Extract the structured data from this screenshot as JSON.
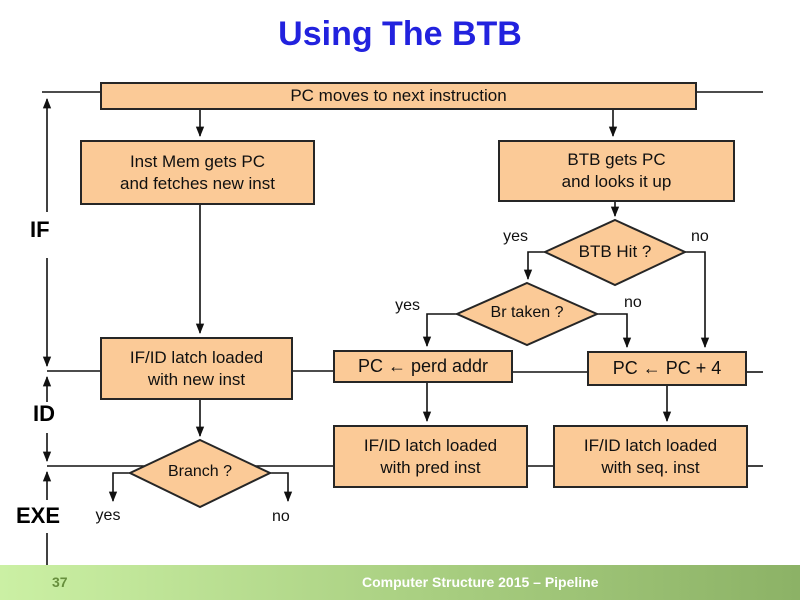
{
  "slide": {
    "title": "Using The BTB"
  },
  "stages": {
    "if_label": "IF",
    "id_label": "ID",
    "exe_label": "EXE"
  },
  "flowchart": {
    "boxes": {
      "pc_moves": "PC moves to next instruction",
      "inst_mem": {
        "line1": "Inst Mem gets PC",
        "line2": "and fetches new inst"
      },
      "btb_gets": {
        "line1": "BTB gets PC",
        "line2": "and looks it up"
      },
      "ifid_new": {
        "line1": "IF/ID latch loaded",
        "line2": "with new inst"
      },
      "pc_perd": "PC ← perd addr",
      "pc_plus4": "PC ← PC + 4",
      "ifid_pred": {
        "line1": "IF/ID latch loaded",
        "line2": "with pred inst"
      },
      "ifid_seq": {
        "line1": "IF/ID latch loaded",
        "line2": "with seq. inst"
      }
    },
    "decisions": {
      "btb_hit": "BTB Hit ?",
      "br_taken": "Br taken ?",
      "branch": "Branch ?"
    },
    "edge_labels": {
      "btb_hit_yes": "yes",
      "btb_hit_no": "no",
      "br_taken_yes": "yes",
      "br_taken_no": "no",
      "branch_yes": "yes",
      "branch_no": "no"
    }
  },
  "footer": {
    "page_number": "37",
    "text": "Computer Structure 2015 – Pipeline"
  },
  "colors": {
    "title": "#2222DE",
    "box_fill": "#FBCA97",
    "box_border": "#262626",
    "line": "#111111",
    "footer_gradient_left": "#CBF0A4",
    "footer_gradient_right": "#8CB266",
    "footer_page_number": "#678F3D",
    "footer_text": "#FFFFFF"
  }
}
